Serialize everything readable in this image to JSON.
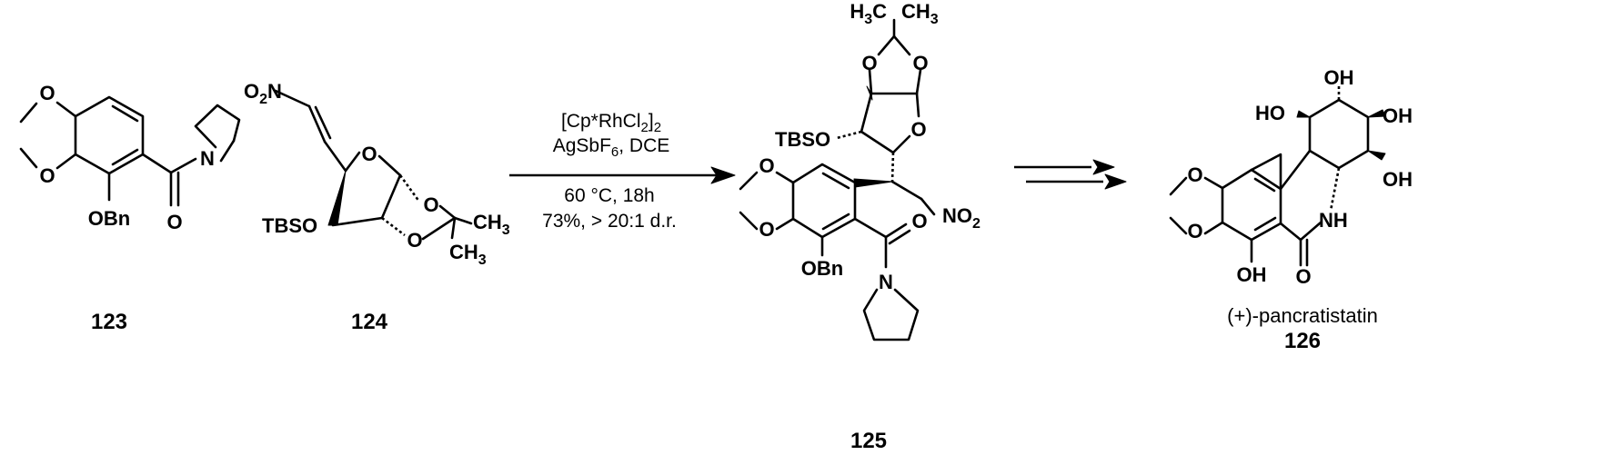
{
  "scheme": {
    "compounds": [
      {
        "id": "123",
        "label": "123"
      },
      {
        "id": "124",
        "label": "124"
      },
      {
        "id": "125",
        "label": "125"
      },
      {
        "id": "126",
        "label": "126",
        "name": "(+)-pancratistatin"
      }
    ],
    "conditions": {
      "catalyst": "[Cp*RhCl",
      "catalyst_sub": "2",
      "catalyst_close": "]",
      "catalyst_sub2": "2",
      "additive_1": "AgSbF",
      "additive_1_sub": "6",
      "additive_2": ", DCE",
      "temp_time": "60 °C, 18h",
      "yield_dr": "73%, > 20:1 d.r."
    },
    "atoms": {
      "O": "O",
      "N": "N",
      "NH": "NH",
      "OH": "OH",
      "HO": "HO",
      "OBn": "OBn",
      "TBSO": "TBSO",
      "NO": "NO",
      "sub2": "2",
      "H": "H",
      "C": "C",
      "CH": "CH",
      "sub3": "3"
    }
  }
}
